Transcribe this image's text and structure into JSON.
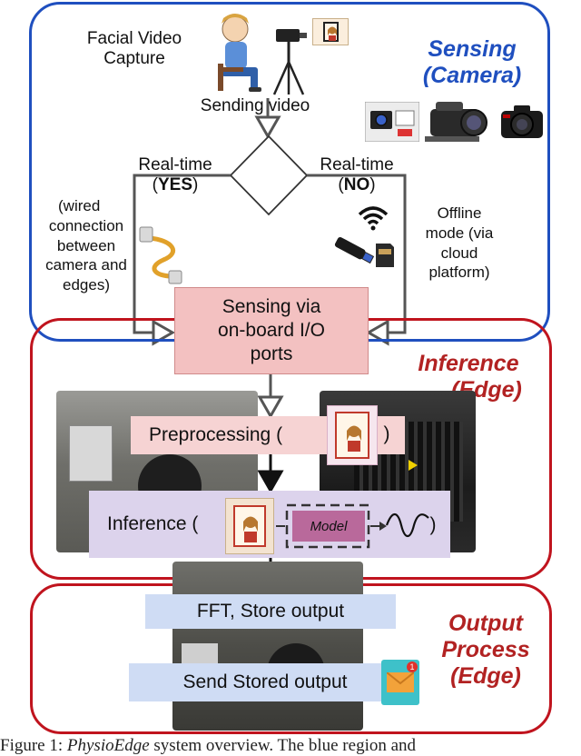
{
  "colors": {
    "sensing": "#1f4fbf",
    "inference": "#c0141e",
    "output": "#c0141e",
    "title_blue": "#1f4fbf",
    "title_red": "#b22222",
    "io_box": "#f3c1c1",
    "preprocess_box": "#f6d3d3",
    "inference_box": "#dcd3ec",
    "model_box": "#b9699b",
    "output_box": "#cfdcf4"
  },
  "regions": {
    "sensing": {
      "title_line1": "Sensing",
      "title_line2": "(Camera)"
    },
    "inference": {
      "title_line1": "Inference",
      "title_line2": "(Edge)"
    },
    "output": {
      "title_line1": "Output",
      "title_line2": "Process",
      "title_line3": "(Edge)"
    }
  },
  "labels": {
    "capture_line1": "Facial Video",
    "capture_line2": "Capture",
    "sending_video": "Sending video",
    "realtime_yes_line1": "Real-time",
    "realtime_yes_open": "(",
    "realtime_yes_bold": "YES",
    "realtime_yes_close": ")",
    "realtime_no_line1": "Real-time",
    "realtime_no_open": "(",
    "realtime_no_bold": "NO",
    "realtime_no_close": ")",
    "wired_line1": "(wired",
    "wired_line2": "connection",
    "wired_line3": "between",
    "wired_line4": "camera and",
    "wired_line5": "edges)",
    "offline_line1": "Offline",
    "offline_line2": "mode (via",
    "offline_line3": "cloud",
    "offline_line4": "platform)"
  },
  "boxes": {
    "io_line1": "Sensing via",
    "io_line2": "on-board I/O",
    "io_line3": "ports",
    "preprocessing": "Preprocessing (",
    "preprocessing_close": ")",
    "inference": "Inference (",
    "inference_close": ")",
    "model": "Model",
    "fft": "FFT, Store output",
    "send": "Send Stored output"
  },
  "icons": {
    "person": "person-seated-icon",
    "tripod": "camera-tripod-icon",
    "face_frame": "face-frame-icon",
    "cameras": "camera-devices-icon",
    "ethernet": "ethernet-cable-icon",
    "wifi": "wifi-icon",
    "usb": "usb-drive-icon",
    "sdcard": "sd-card-icon",
    "waveform": "waveform-icon",
    "mail": "mail-notification-icon",
    "mail_badge": "1"
  },
  "caption": {
    "prefix": "Figure 1: ",
    "italic": "PhysioEdge",
    "rest": " system overview. The blue region and"
  }
}
